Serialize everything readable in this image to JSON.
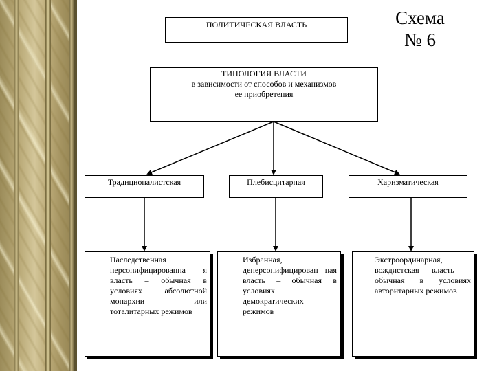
{
  "top_box": {
    "label": "ПОЛИТИЧЕСКАЯ ВЛАСТЬ"
  },
  "scheme": {
    "line1": "Схема",
    "line2": "№ 6"
  },
  "typology": {
    "line1": "ТИПОЛОГИЯ ВЛАСТИ",
    "line2": "в зависимости от способов и механизмов",
    "line3": "ее приобретения"
  },
  "types": [
    {
      "label": "Традиционалистская",
      "description": "Наследственная персонифицированна я власть – обычная в условиях абсолютной монархии или тоталитарных режимов"
    },
    {
      "label": "Плебисцитарная",
      "description": "Избранная, деперсонифицирован ная власть – обычная в условиях демократических режимов"
    },
    {
      "label": "Харизматическая",
      "description": "Экстроординарная, вождистская власть – обычная в условиях авторитарных режимов"
    }
  ]
}
